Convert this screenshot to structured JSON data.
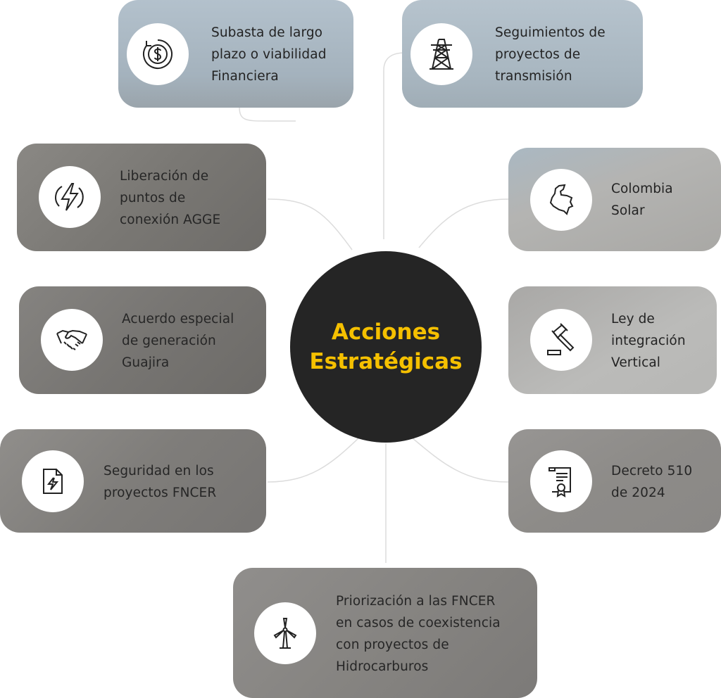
{
  "center": {
    "title": "Acciones\nEstratégicas"
  },
  "colors": {
    "accent": "#f5c000",
    "center_bg": "#252525"
  },
  "cards": [
    {
      "label": "Subasta de largo\nplazo o viabilidad\nFinanciera",
      "icon": "dollar-coin-icon"
    },
    {
      "label": "Seguimientos de\nproyectos de\ntransmisión",
      "icon": "transmission-tower-icon"
    },
    {
      "label": "Liberación de\npuntos de\nconexión AGGE",
      "icon": "lightning-bolt-icon"
    },
    {
      "label": "Colombia\nSolar",
      "icon": "colombia-map-icon"
    },
    {
      "label": "Acuerdo especial\nde generación\nGuajira",
      "icon": "handshake-icon"
    },
    {
      "label": "Ley de\nintegración\nVertical",
      "icon": "gavel-icon"
    },
    {
      "label": "Seguridad en los\nproyectos FNCER",
      "icon": "energy-document-icon"
    },
    {
      "label": "Decreto 510\nde 2024",
      "icon": "certificate-scroll-icon"
    },
    {
      "label": "Priorización a las FNCER\nen casos de coexistencia\ncon proyectos de\nHidrocarburos",
      "icon": "wind-turbine-icon"
    }
  ]
}
